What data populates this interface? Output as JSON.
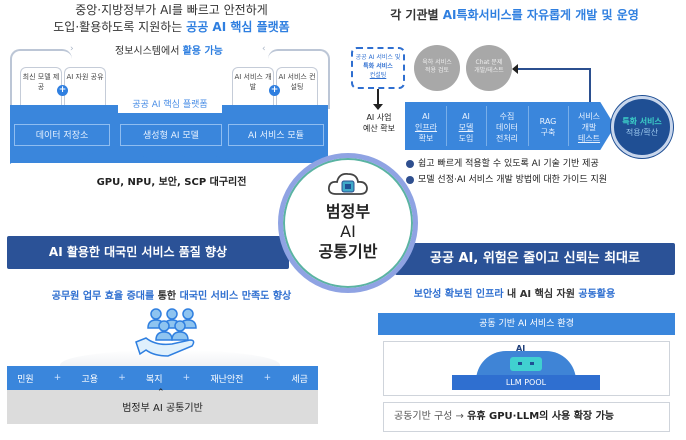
{
  "top_left": {
    "title_line1": "중앙·지방정부가 AI를 빠르고 안전하게",
    "title_line2_prefix": "도입·활용하도록 지원하는 ",
    "title_line2_highlight": "공공 AI 핵심 플랫폼",
    "info_label_prefix": "정보시스템에서 ",
    "info_label_highlight": "활용 가능",
    "tabs": [
      {
        "label": "최신 모델 제공"
      },
      {
        "label": "AI 자원 공유"
      },
      {
        "label": "AI 서비스 개발"
      },
      {
        "label": "AI 서비스 컨설팅"
      }
    ],
    "platform_label": "공공 AI 핵심 플랫폼",
    "modules": [
      "데이터 저장소",
      "생성형 AI 모델",
      "AI 서비스 모듈"
    ],
    "infra_label": "GPU, NPU, 보안, SCP 대구리전"
  },
  "center": {
    "icon": "cloud-chip-icon",
    "line1": "범정부",
    "line2": "AI",
    "line3": "공통기반"
  },
  "top_right": {
    "title_prefix": "각 기관별 ",
    "title_highlight1": "AI특화서비스를",
    "title_mid": " ",
    "title_highlight2": "자유롭게 개발 및 운영",
    "consult_box": {
      "line1": "공공 AI 서비스 및",
      "line2": "특화 서비스",
      "line3": "컨설팅"
    },
    "grey_circles": [
      {
        "line1": "육하 서비스",
        "line2": "적용 검토"
      },
      {
        "line1": "Chat 문제",
        "line2": "개발/테스트"
      }
    ],
    "budget_label": {
      "line1": "AI 사업",
      "line2": "예산 확보"
    },
    "steps": [
      {
        "line1": "AI",
        "line2": "인프라",
        "line3": "확보"
      },
      {
        "line1": "AI",
        "line2": "모델",
        "line3": "도입"
      },
      {
        "line1": "수집",
        "line2": "데이터",
        "line3": "전처리"
      },
      {
        "line1": "RAG",
        "line2": "구축",
        "line3": ""
      },
      {
        "line1": "서비스",
        "line2": "개발",
        "line3": "테스트"
      }
    ],
    "result": {
      "line1": "특화 서비스",
      "line2": "적용/확산"
    },
    "bullets": [
      "쉽고 빠르게 적용할 수 있도록 AI 기술 기반 제공",
      "모델 선정·AI 서비스 개발 방법에 대한 가이드 지원"
    ]
  },
  "bottom_left": {
    "banner": "AI 활용한 대국민 서비스 품질 향상",
    "sub_part1": "공무원 업무 효율 증대를 ",
    "sub_part2": "통한",
    "sub_part3": " 대국민 서비스 만족도 향상",
    "icon": "people-hand-icon",
    "services": [
      "민원",
      "고용",
      "복지",
      "재난안전",
      "세금"
    ],
    "plus": "+",
    "base_label": "범정부 AI 공통기반"
  },
  "bottom_right": {
    "banner": "공공 AI, 위험은 줄이고 신뢰는 최대로",
    "sub_hl1": "보안성 확보된 인프라",
    "sub_mid": " 내 AI 핵심 자원 ",
    "sub_hl2": "공동활용",
    "env_label": "공동 기반 AI 서비스 환경",
    "pool_ai": "AI",
    "pool_label": "LLM POOL",
    "expand_prefix": "공동기반 구성 → ",
    "expand_bold": "유휴 GPU·LLM의 사용 확장 가능"
  },
  "colors": {
    "primary_blue": "#3a86dc",
    "navy": "#2b5297",
    "highlight_blue": "#2f7fe0",
    "teal": "#3cd0c8",
    "grey": "#a8a8a8"
  }
}
